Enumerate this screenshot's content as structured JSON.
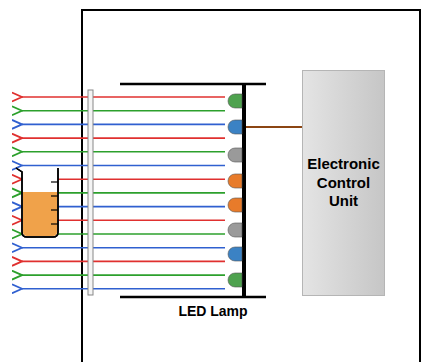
{
  "diagram": {
    "nodes": [
      {
        "text": [
          "LED Lamp"
        ]
      },
      {
        "text": [
          "Electronic Control Unit"
        ]
      }
    ],
    "edges": [
      {
        "from": 0,
        "to": 1,
        "arrow": "none"
      }
    ]
  }
}
